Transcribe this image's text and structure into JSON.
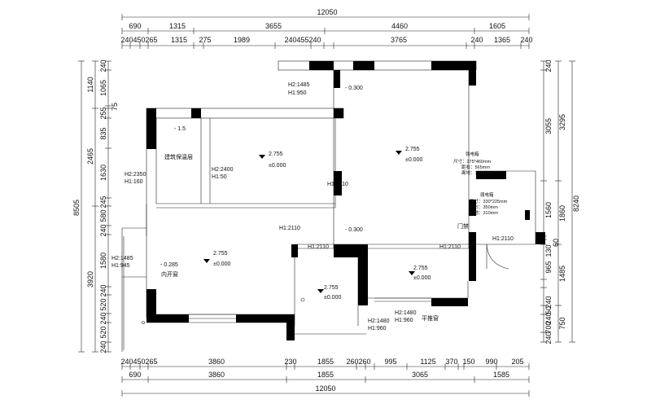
{
  "dimensions": {
    "top_total": "12050",
    "top_row1": [
      "690",
      "1315",
      "3655",
      "4460",
      "1605"
    ],
    "top_row2": [
      "240",
      "450",
      "265",
      "1315",
      "275",
      "1989",
      "240",
      "455",
      "240",
      "3765",
      "240",
      "1365",
      "240"
    ],
    "bottom_row1": [
      "240",
      "450",
      "265",
      "3860",
      "230",
      "1855",
      "260",
      "260",
      "995",
      "1125",
      "370",
      "150",
      "990",
      "205"
    ],
    "bottom_row2": [
      "690",
      "3860",
      "1855",
      "3065",
      "1585"
    ],
    "bottom_total": "12050",
    "left_total": "8505",
    "left_outer": [
      "1140",
      "2465",
      "3920"
    ],
    "left_inner": [
      "240",
      "1065",
      "75",
      "255",
      "835",
      "1630",
      "245",
      "580",
      "240",
      "1580",
      "240",
      "520",
      "240",
      "520",
      "240"
    ],
    "right_total": "8240",
    "right_outer": [
      "3295",
      "1860",
      "1485",
      "750"
    ],
    "right_inner": [
      "240",
      "3055",
      "1560",
      "60",
      "130",
      "965",
      "240",
      "50",
      "240",
      "700",
      "240"
    ]
  },
  "annotations": {
    "h2_1485_top": "H2:1485",
    "h1_950": "H1:950",
    "level_0300_top": "- 0.300",
    "level_15": "- 1.5",
    "level_2755_a": "2.755",
    "level_000_a": "±0.000",
    "level_2755_b": "2.755",
    "level_000_b": "±0.000",
    "insulation_layer": "建筑保温层",
    "h2_2350": "H2:2350",
    "h1_160": "H1:160",
    "h2_2400": "H2:2400",
    "h1_50": "H1:50",
    "h1_2110_a": "H1:2110",
    "h1_2110_b": "H1:2110",
    "level_0300_mid": "- 0.300",
    "h1_2110_c": "H1:2110",
    "h1_2110_d": "H1:2110",
    "h1_2110_e": "H1:2110",
    "strong_box_title": "强电箱",
    "strong_box_size": "尺寸：275*460mm",
    "strong_box_dist": "距右：565mm",
    "strong_box_height": "离地：1845mm",
    "weak_box_title": "弱电箱",
    "weak_box_size": "尺寸：330*225mm",
    "weak_box_dist": "距右：350mm",
    "weak_box_height": "离地：310mm",
    "door_label": "门禁",
    "h2_1485_left": "H2:1485",
    "h1_945": "H1:945",
    "level_0285": "- 0.285",
    "inward_window": "内开窗",
    "level_2755_c": "2.755",
    "level_000_c": "±0.000",
    "level_2755_d": "2.755",
    "level_000_d": "±0.000",
    "level_2755_e": "2.755",
    "level_000_e": "±0.000",
    "h2_1480_a": "H2:1480",
    "h1_960_a": "H1:960",
    "h2_1480_b": "H2:1480",
    "h1_960_b": "H1:960",
    "sliding_window": "平推窗"
  }
}
